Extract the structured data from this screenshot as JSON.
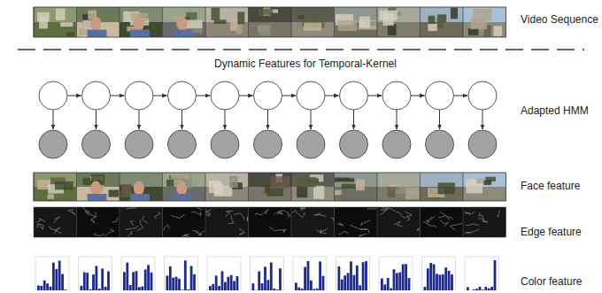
{
  "diagram": {
    "labels": [
      "Video Sequence",
      "Dynamic Features for Temporal-Kernel",
      "Adapted HMM",
      "Face feature",
      "Edge feature",
      "Color feature"
    ]
  }
}
